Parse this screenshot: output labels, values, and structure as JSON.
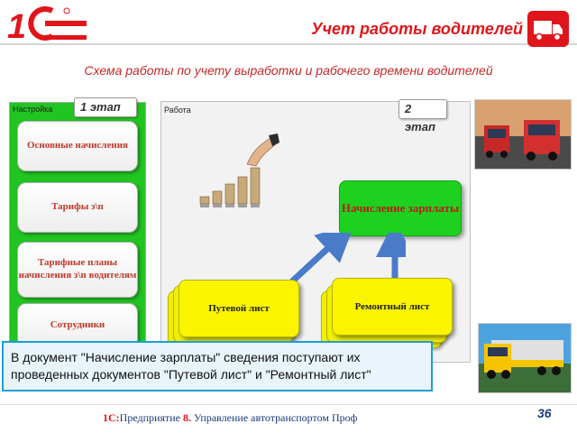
{
  "header": {
    "logo_text": "1С",
    "title": "Учет работы водителей",
    "subtitle": "Схема работы по учету выработки и рабочего времени водителей"
  },
  "stage1": {
    "panel_title": "Настройка",
    "badge": "1 этап",
    "buttons": [
      "Основные начисления",
      "Тарифы з\\п",
      "Тарифные планы начисления з\\п водителям",
      "Сотрудники"
    ]
  },
  "stage2": {
    "panel_title": "Работа",
    "badge": "2 этап",
    "payroll_label": "Начисление зарплаты",
    "doc_waybill": "Путевой лист",
    "doc_repair": "Ремонтный лист"
  },
  "callout": {
    "text": "В документ \"Начисление зарплаты\" сведения поступают их проведенных документов \"Путевой лист\" и \"Ремонтный лист\""
  },
  "footer": {
    "product_prefix": "1С:",
    "product_name": "Предприятие ",
    "version": "8.",
    "product_rest": " Управление автотранспортом Проф",
    "page_number": "36"
  },
  "icons": [
    "truck-icon",
    "coins-icon",
    "trucks-photo",
    "yellow-truck-photo"
  ],
  "colors": {
    "accent": "#e0151b",
    "green": "#21c521",
    "yellow": "#fbf400",
    "callout_border": "#1a9fd7"
  }
}
